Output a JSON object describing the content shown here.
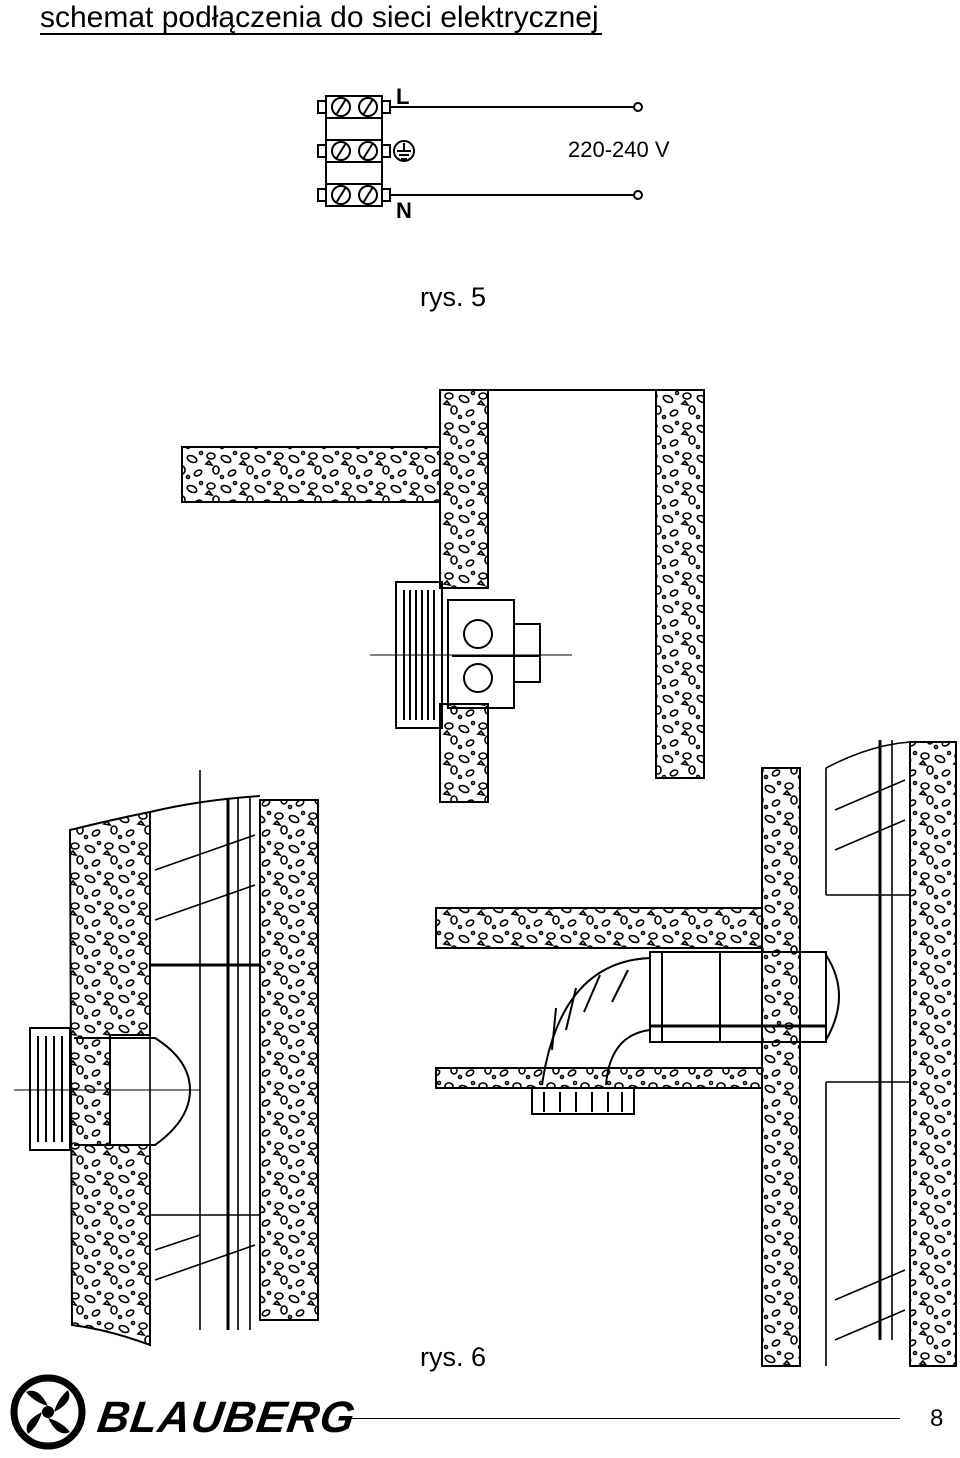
{
  "header": {
    "title": "schemat podłączenia do sieci elektrycznej"
  },
  "wiring_diagram": {
    "terminal_L": "L",
    "terminal_N": "N",
    "voltage": "220-240 V",
    "caption": "rys. 5"
  },
  "installation_figure": {
    "caption": "rys. 6"
  },
  "footer": {
    "brand": "BLAUBERG",
    "page_number": "8"
  }
}
